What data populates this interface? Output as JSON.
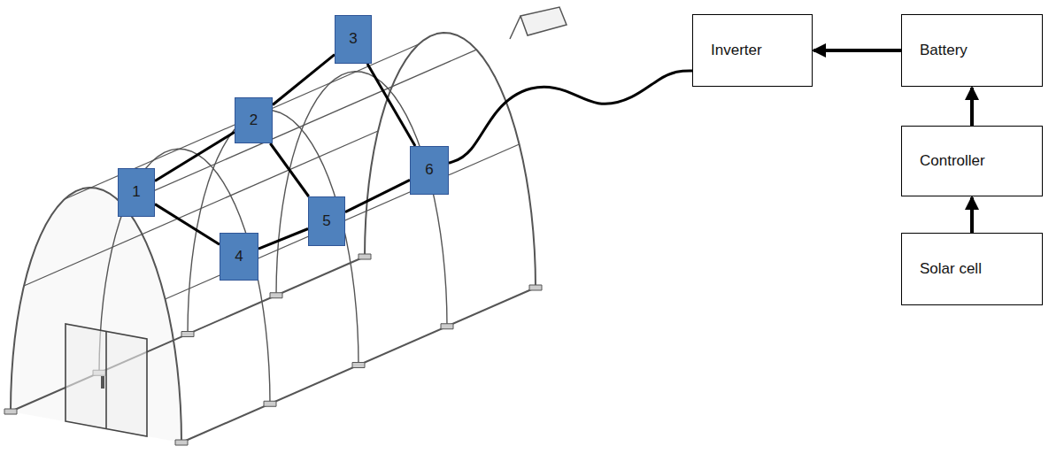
{
  "diagram": {
    "nodes": [
      {
        "text": [
          "1"
        ]
      },
      {
        "text": [
          "2"
        ]
      },
      {
        "text": [
          "3"
        ]
      },
      {
        "text": [
          "4"
        ]
      },
      {
        "text": [
          "5"
        ]
      },
      {
        "text": [
          "6"
        ]
      },
      {
        "text": [
          "Inverter"
        ]
      },
      {
        "text": [
          "Battery"
        ]
      },
      {
        "text": [
          "Controller"
        ]
      },
      {
        "text": [
          "Solar cell"
        ]
      }
    ],
    "edges": [
      {
        "from": 0,
        "to": 1,
        "arrow": "none"
      },
      {
        "from": 1,
        "to": 2,
        "arrow": "none"
      },
      {
        "from": 0,
        "to": 3,
        "arrow": "none"
      },
      {
        "from": 1,
        "to": 4,
        "arrow": "none"
      },
      {
        "from": 2,
        "to": 5,
        "arrow": "none"
      },
      {
        "from": 3,
        "to": 4,
        "arrow": "none"
      },
      {
        "from": 4,
        "to": 5,
        "arrow": "none"
      },
      {
        "from": 5,
        "to": 6,
        "arrow": "none"
      },
      {
        "from": 7,
        "to": 6,
        "arrow": "to"
      },
      {
        "from": 8,
        "to": 7,
        "arrow": "to"
      },
      {
        "from": 9,
        "to": 8,
        "arrow": "to"
      }
    ]
  }
}
